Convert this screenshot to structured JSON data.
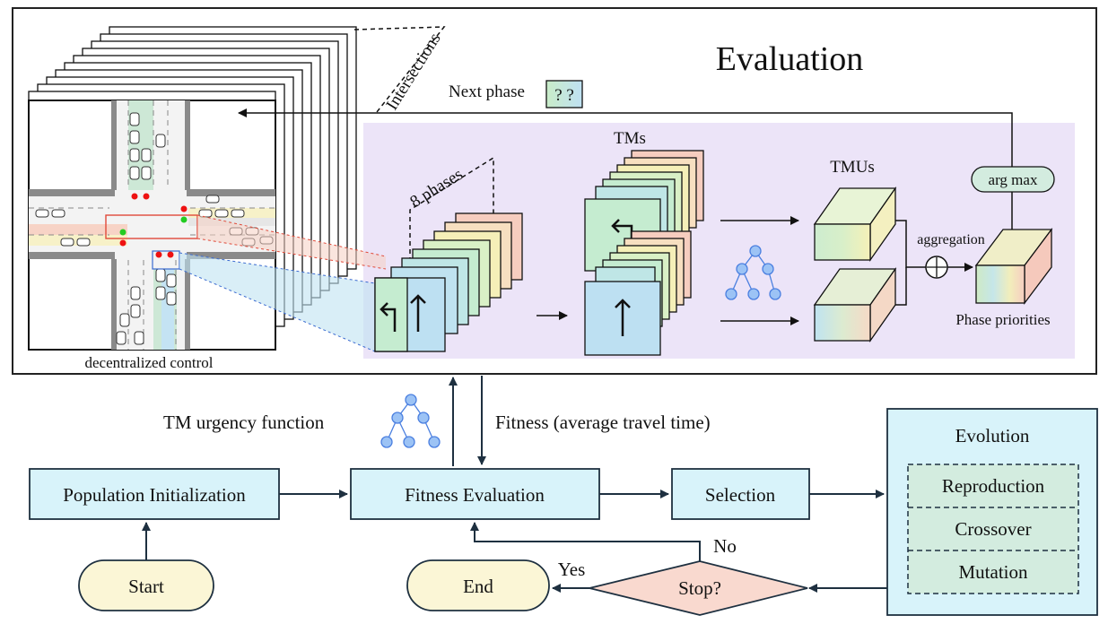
{
  "evaluation": {
    "title": "Evaluation",
    "next_phase_label": "Next phase",
    "next_phase_symbol": "? ?",
    "intersections_label": "Intersections",
    "decentralized_label": "decentralized control",
    "phases_label": "8 phases",
    "tms_label": "TMs",
    "tmus_label": "TMUs",
    "aggregation_label": "aggregation",
    "argmax_label": "arg max",
    "phase_priorities_label": "Phase priorities"
  },
  "flow": {
    "tm_urgency_label": "TM urgency function",
    "fitness_label": "Fitness (average travel time)",
    "population_init": "Population Initialization",
    "fitness_eval": "Fitness Evaluation",
    "selection": "Selection",
    "start": "Start",
    "end": "End",
    "stop": "Stop?",
    "yes": "Yes",
    "no": "No",
    "evolution_title": "Evolution",
    "reproduction": "Reproduction",
    "crossover": "Crossover",
    "mutation": "Mutation"
  },
  "colors": {
    "process_box": "#d8f3fa",
    "terminal": "#fbf6d6",
    "decision": "#f9d9cf",
    "evolution_panel": "#d8f3fa",
    "evolution_ops": "#d3ecdf",
    "model_panel": "#ece4f8",
    "line": "#1e3040"
  }
}
